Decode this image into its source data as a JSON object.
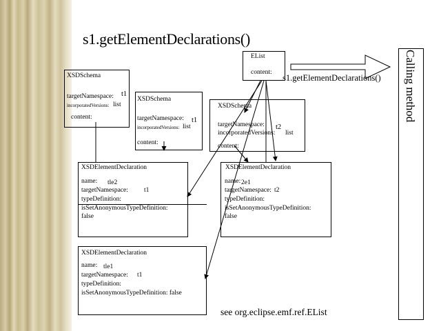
{
  "title": "s1.getElementDeclarations()",
  "calling_label": "Calling method",
  "elist": {
    "header": "EList",
    "content": "content:"
  },
  "arrow_label": "s1.getElementDeclarations()",
  "schema1": {
    "header": "XSDSchema",
    "ns_label": "targetNamespace:",
    "ns_value": "t1",
    "iv_label": "incorporatedVersions:",
    "iv_value": "list",
    "content": "content:"
  },
  "schema2": {
    "header": "XSDSchema",
    "ns_label": "targetNamespace:",
    "ns_value": "t1",
    "iv_label": "incorporatedVersions:",
    "iv_value": "list",
    "content": "content:"
  },
  "schema3": {
    "header": "XSDSchema",
    "ns_label": "targetNamespace:",
    "ns_value": "t2",
    "iv_label": "incorporatedVersions:",
    "iv_value": "list",
    "content": "content:"
  },
  "decl1": {
    "header": "XSDElementDeclaration",
    "name_label": "name:",
    "name_value": "tle2",
    "ns_label": "targetNamespace:",
    "ns_value": "t1",
    "td": "typeDefinition:",
    "anon": "isSetAnonymousTypeDefinition:",
    "anon_value": "false"
  },
  "decl2": {
    "header": "XSDElementDeclaration",
    "name_label": "name:",
    "name_value": "2e1",
    "ns_label": "targetNamespace:",
    "ns_value": "t2",
    "td": "typeDefinition:",
    "anon": "isSetAnonymousTypeDefinition:",
    "anon_value": "false"
  },
  "decl3": {
    "header": "XSDElementDeclaration",
    "name_label": "name:",
    "name_value": "tle1",
    "ns_label": "targetNamespace:",
    "ns_value": "t1",
    "td": "typeDefinition:",
    "anon_full": "isSetAnonymousTypeDefinition: false"
  },
  "footer": "see org.eclipse.emf.ref.EList"
}
